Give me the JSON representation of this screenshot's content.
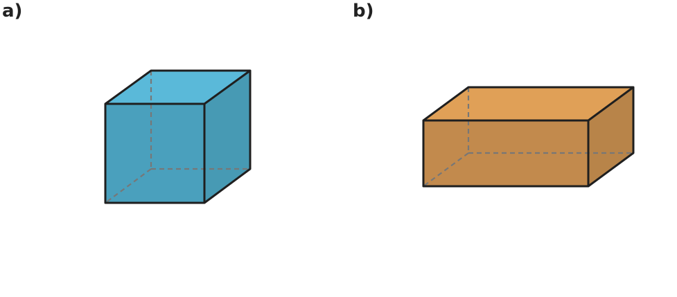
{
  "panels": [
    {
      "label": "a)",
      "shape": "cube",
      "colors": {
        "front": "#4aa0bd",
        "top": "#5ab9d9",
        "side": "#479ab4"
      }
    },
    {
      "label": "b)",
      "shape": "rectangular-prism",
      "colors": {
        "front": "#c28a4d",
        "top": "#e0a057",
        "side": "#b88449"
      }
    }
  ],
  "colors": {
    "edge": "#1f1f1f",
    "hidden_edge": "#777777",
    "label": "#222222"
  }
}
